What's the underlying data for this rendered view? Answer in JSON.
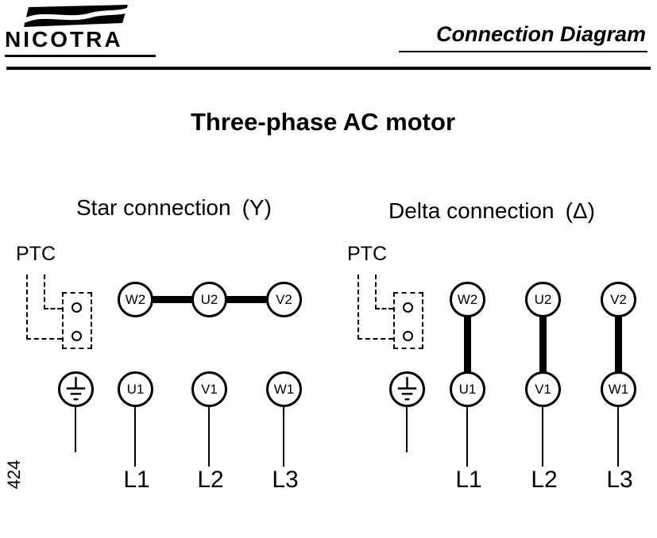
{
  "header": {
    "brand": "NICOTRA",
    "doc_title": "Connection Diagram"
  },
  "title": "Three-phase AC motor",
  "page_number": "424",
  "star": {
    "title": "Star connection",
    "symbol": "(Y)",
    "ptc_label": "PTC",
    "top_terminals": [
      "W2",
      "U2",
      "V2"
    ],
    "bottom_terminals": [
      "U1",
      "V1",
      "W1"
    ],
    "line_labels": [
      "L1",
      "L2",
      "L3"
    ]
  },
  "delta": {
    "title": "Delta connection",
    "symbol": "(Δ)",
    "ptc_label": "PTC",
    "top_terminals": [
      "W2",
      "U2",
      "V2"
    ],
    "bottom_terminals": [
      "U1",
      "V1",
      "W1"
    ],
    "line_labels": [
      "L1",
      "L2",
      "L3"
    ]
  },
  "colors": {
    "ink": "#000000",
    "background": "#ffffff"
  }
}
